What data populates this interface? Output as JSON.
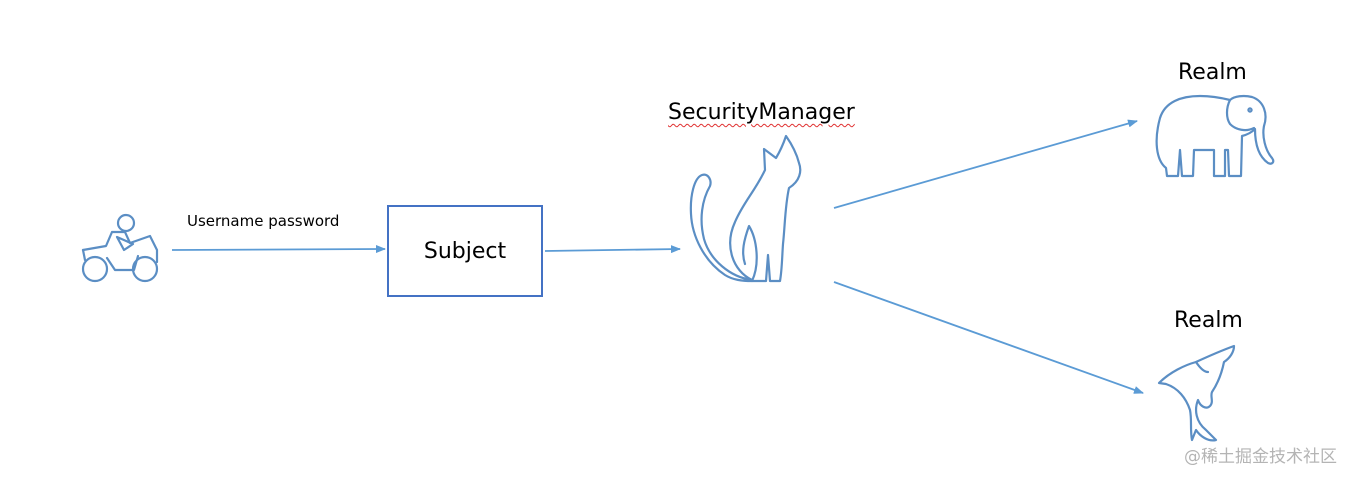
{
  "diagram": {
    "edge_label": "Username  password",
    "subject": "Subject",
    "security_manager": "SecurityManager",
    "realms": [
      "Realm",
      "Realm"
    ]
  },
  "icons": {
    "user": "motorcycle-rider-icon",
    "security_manager": "cat-icon",
    "realm_1": "elephant-icon",
    "realm_2": "dolphin-icon"
  },
  "colors": {
    "connector": "#5b9bd5",
    "icon_outline": "#5b8ec4",
    "subject_border": "#4472c4"
  },
  "watermark": "@稀土掘金技术社区"
}
